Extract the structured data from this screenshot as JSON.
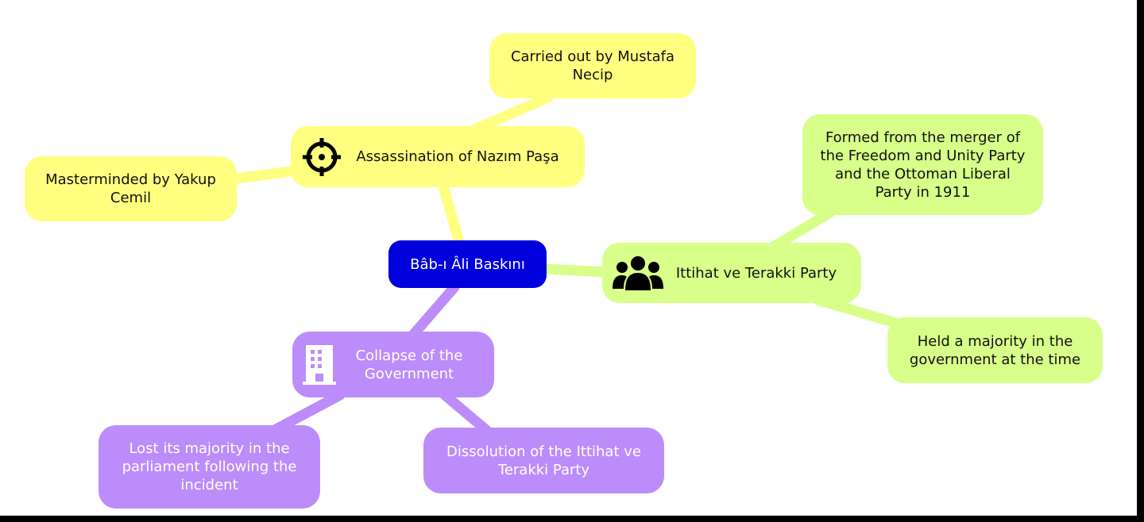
{
  "root": {
    "label": "Bâb-ı Âli Baskını",
    "color": "#0000dd"
  },
  "branches": {
    "assassination": {
      "label": "Assassination of Nazım Paşa",
      "icon": "crosshair-icon",
      "color": "#ffff80",
      "children": [
        "Carried out by Mustafa Necip",
        "Masterminded by Yakup Cemil"
      ]
    },
    "party": {
      "label": "Ittihat ve Terakki Party",
      "icon": "group-icon",
      "color": "#d8ff8a",
      "children": [
        "Formed from the merger of the Freedom and Unity Party and the Ottoman Liberal Party in 1911",
        "Held a majority in the government at the time"
      ]
    },
    "collapse": {
      "label": "Collapse of the Government",
      "icon": "building-icon",
      "color": "#bc8cfa",
      "children": [
        "Lost its majority in the parliament following the incident",
        "Dissolution of the Ittihat ve Terakki Party"
      ]
    }
  }
}
